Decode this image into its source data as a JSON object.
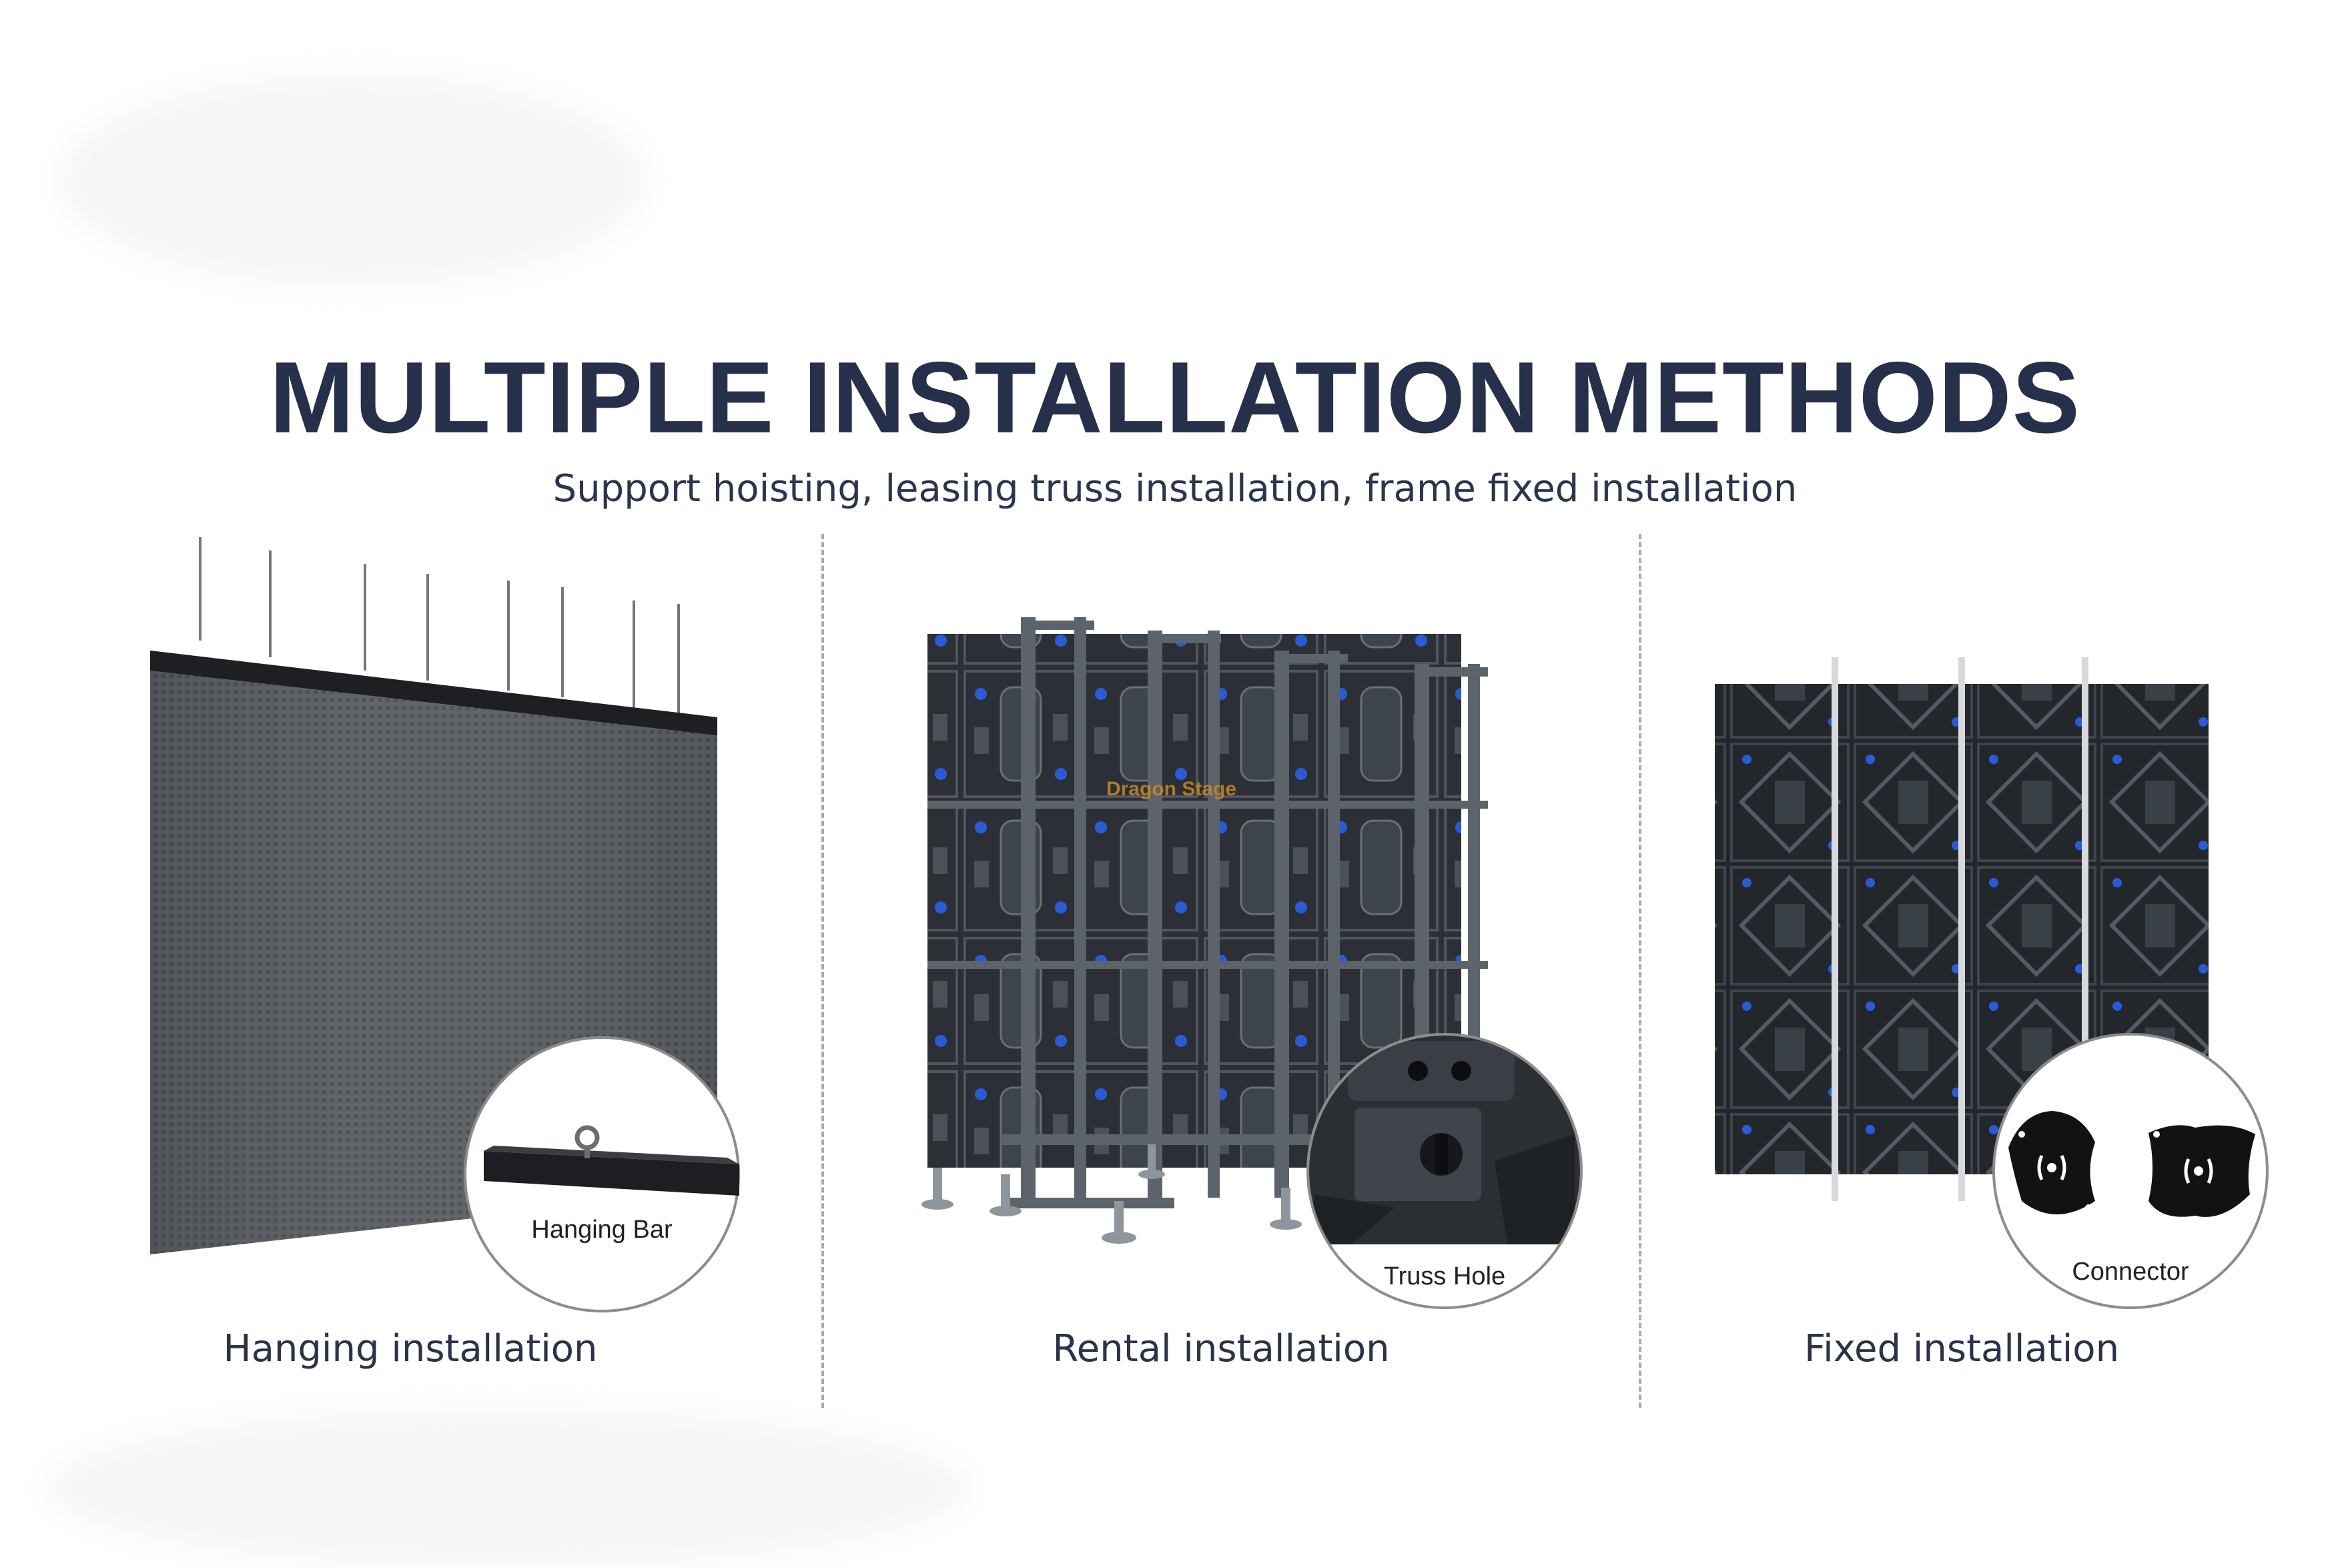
{
  "title": "MULTIPLE INSTALLATION METHODS",
  "subtitle": "Support hoisting, leasing truss installation, frame fixed installation",
  "panels": [
    {
      "caption": "Hanging installation",
      "badge_label": "Hanging Bar",
      "badge_icon": "hanging-bar-icon"
    },
    {
      "caption": "Rental installation",
      "badge_label": "Truss Hole",
      "badge_icon": "truss-hole-icon",
      "watermark": "Dragon Stage"
    },
    {
      "caption": "Fixed installation",
      "badge_label": "Connector",
      "badge_icon": "connector-plate-icon"
    }
  ],
  "colors": {
    "title": "#26304a",
    "divider": "#a9a9a9",
    "led_surface": "#555a5e",
    "cabinet_dark": "#2b2f35",
    "accent_blue": "#2a5bd7"
  }
}
